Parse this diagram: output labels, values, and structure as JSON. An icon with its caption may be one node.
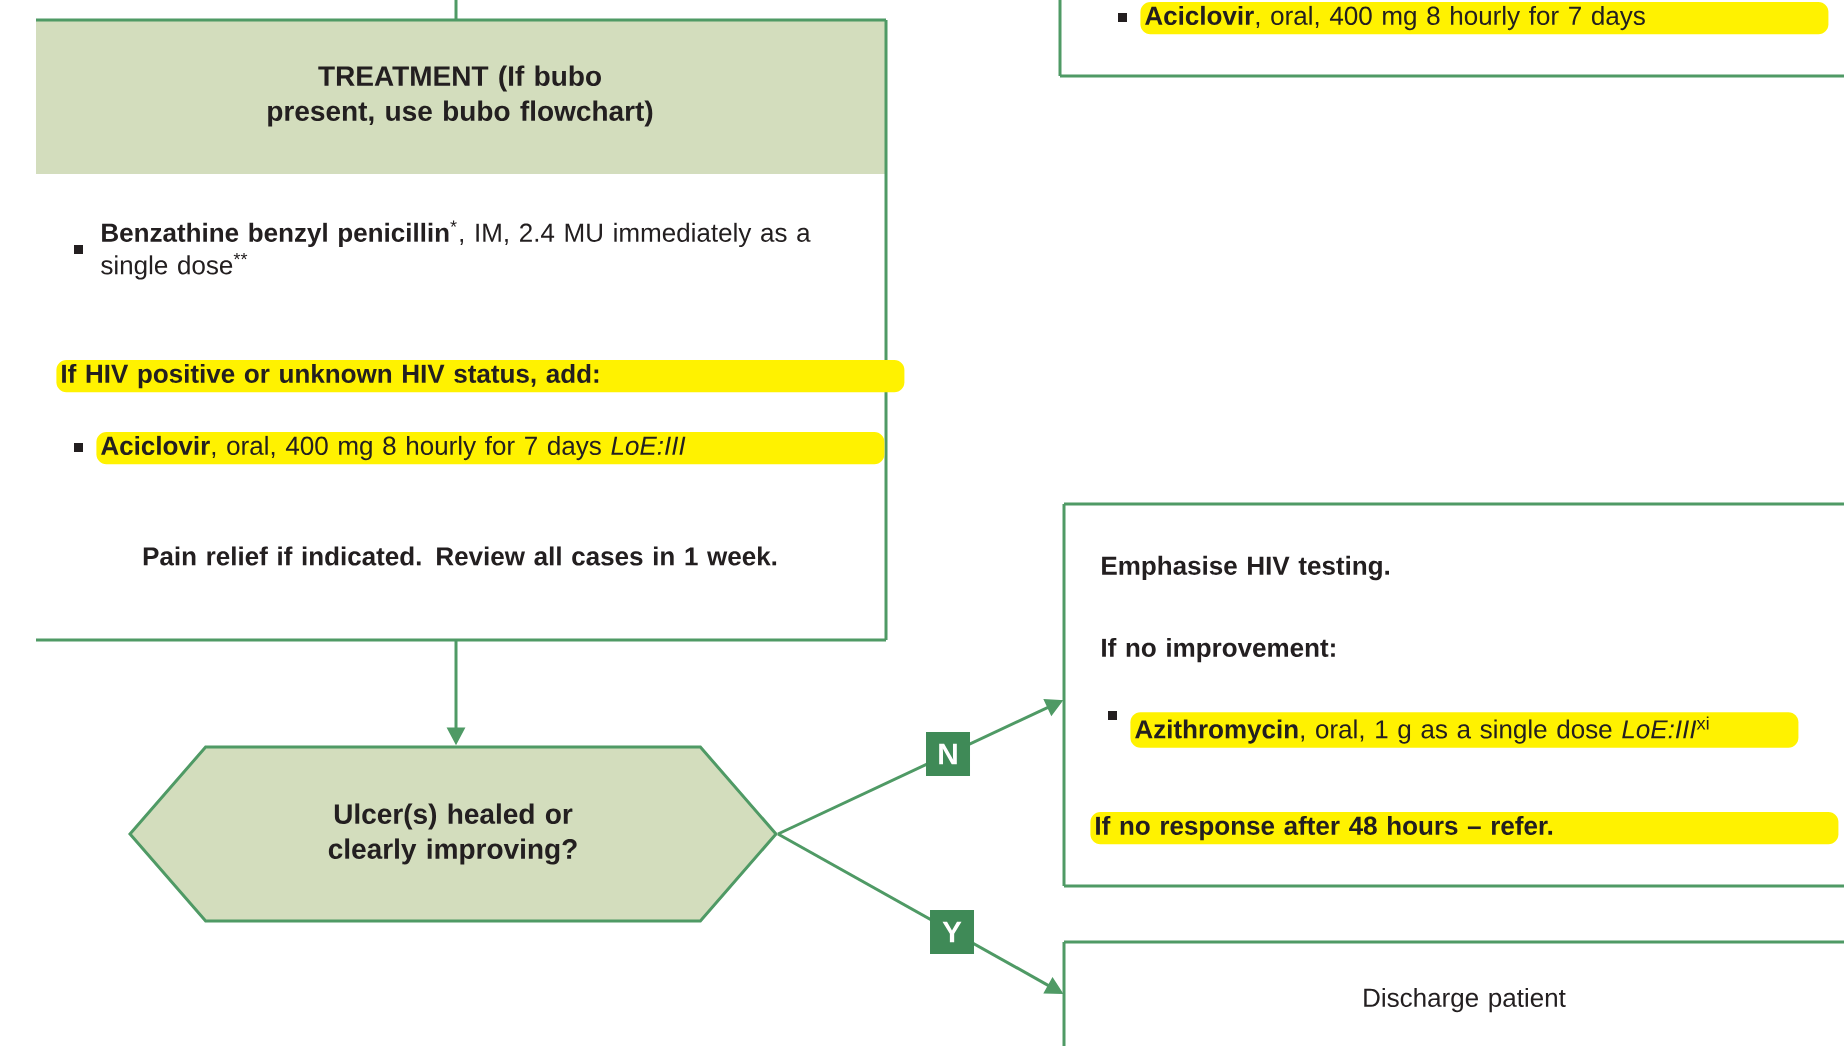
{
  "diagram": {
    "nodes": [
      {
        "text": [
          "TREATMENT (If bubo present, use bubo flowchart)",
          "**Benzathine benzyl penicillin**$^{*}$, IM, 2.4 MU immediately as a single dose$^{**}$",
          "If HIV positive or unknown HIV status, add:",
          "**Aciclovir**, oral, 400 mg 8 hourly for 7 days *LoE:III*",
          "Pain relief if indicated. Review all cases in 1 week."
        ]
      },
      {
        "text": [
          "**Aciclovir**, oral, 400 mg 8 hourly for 7 days"
        ]
      },
      {
        "text": [
          "Ulcer(s) healed or clearly improving?"
        ]
      },
      {
        "text": [
          "Emphasise HIV testing.",
          "If no improvement:",
          "**Azithromycin**, oral, 1 g as a single dose *LoE:III*$^{xi}$",
          "If no response after 48 hours – refer."
        ]
      },
      {
        "text": [
          "Discharge patient"
        ]
      }
    ],
    "edges": [
      {
        "from": null,
        "to": 0,
        "arrow": "none"
      },
      {
        "from": 0,
        "to": 2,
        "arrow": "to"
      },
      {
        "from": 2,
        "to": 3,
        "arrow": "to",
        "label": "N"
      },
      {
        "from": 2,
        "to": 4,
        "arrow": "to",
        "label": "Y"
      }
    ]
  }
}
